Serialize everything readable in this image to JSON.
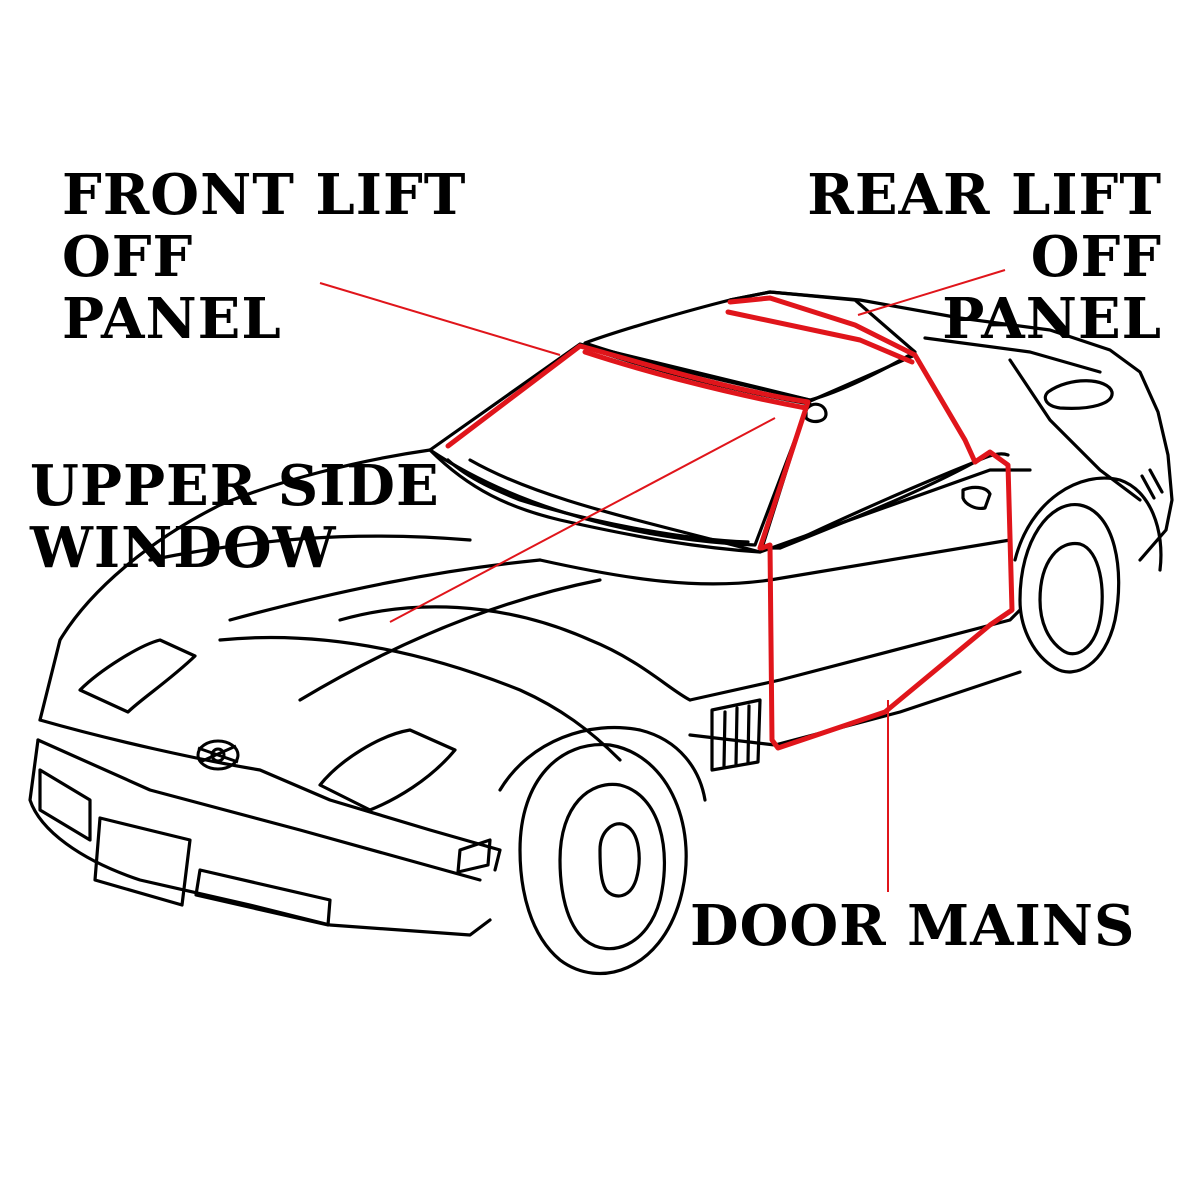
{
  "labels": {
    "front_lift_off_panel": [
      "FRONT LIFT",
      "OFF",
      "PANEL"
    ],
    "rear_lift_off_panel": [
      "REAR LIFT",
      "OFF",
      "PANEL"
    ],
    "upper_side_window": [
      "UPPER SIDE",
      "WINDOW"
    ],
    "door_mains": [
      "DOOR MAINS"
    ]
  },
  "colors": {
    "highlight": "#e0151b",
    "ink": "#000000",
    "background": "#ffffff"
  },
  "icons": {
    "emblem": "crossed-flags-emblem-icon"
  }
}
